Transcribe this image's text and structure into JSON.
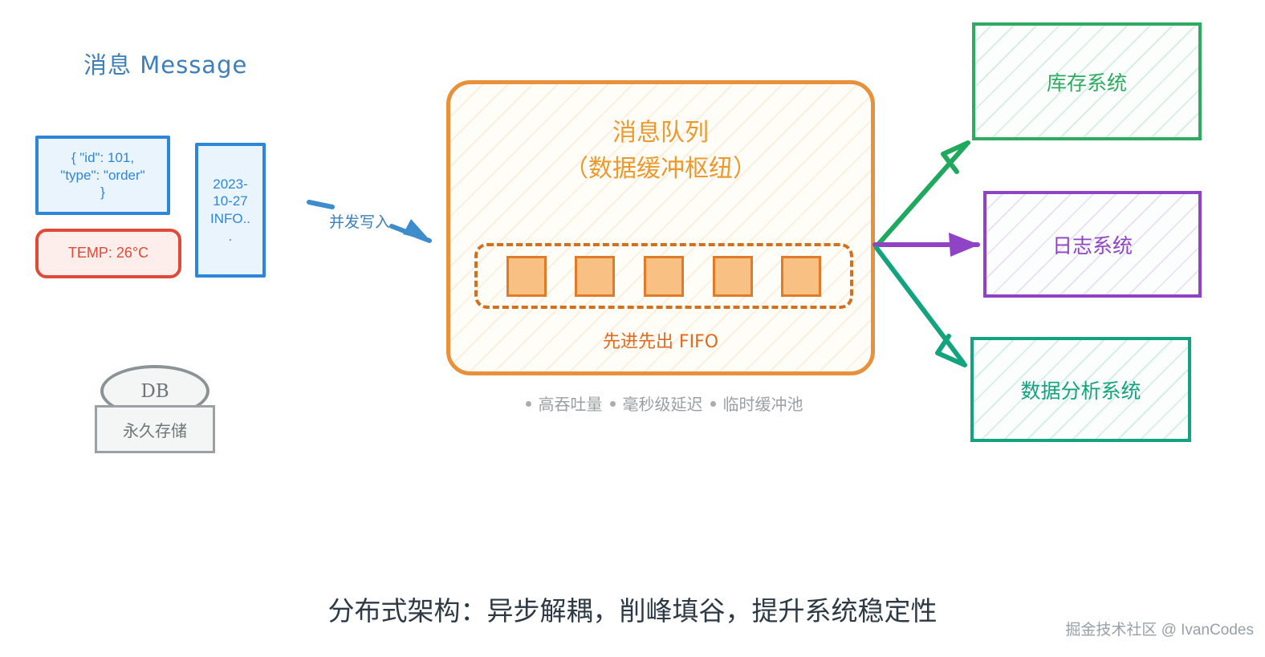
{
  "diagram": {
    "caption": "分布式架构：异步解耦，削峰填谷，提升系统稳定性",
    "watermark": "掘金技术社区 @ IvanCodes"
  },
  "producer": {
    "title": "消息 Message",
    "samples": [
      {
        "name": "json-message",
        "text": "{ \"id\": 101,\n\"type\": \"order\"\n}"
      },
      {
        "name": "log-message",
        "text": "2023-\n10-27\nINFO..\n."
      },
      {
        "name": "sensor-message",
        "text": "TEMP: 26°C"
      }
    ],
    "flow_label": "并发写入"
  },
  "storage": {
    "db_label": "DB",
    "persistence_label": "永久存储"
  },
  "queue": {
    "title": "消息队列\n（数据缓冲枢纽）",
    "fifo_label": "先进先出 FIFO",
    "slot_count": 5,
    "features": [
      "高吞吐量",
      "毫秒级延迟",
      "临时缓冲池"
    ]
  },
  "consumers": [
    {
      "name": "inventory",
      "label": "库存系统",
      "color": "#2fab61"
    },
    {
      "name": "log",
      "label": "日志系统",
      "color": "#8e44c4"
    },
    {
      "name": "analytics",
      "label": "数据分析系统",
      "color": "#14a37f"
    }
  ],
  "colors": {
    "queue_border": "#e8913a",
    "queue_title": "#eb9a2e",
    "queue_slot_fill": "#f8c183",
    "queue_slot_border": "#e07b2a",
    "fifo_dashed": "#d2701c",
    "message_blue": "#2e86d8",
    "sensor_red": "#e04a38",
    "db_gray": "#8c9396",
    "caption_ink": "#2d3a45"
  }
}
